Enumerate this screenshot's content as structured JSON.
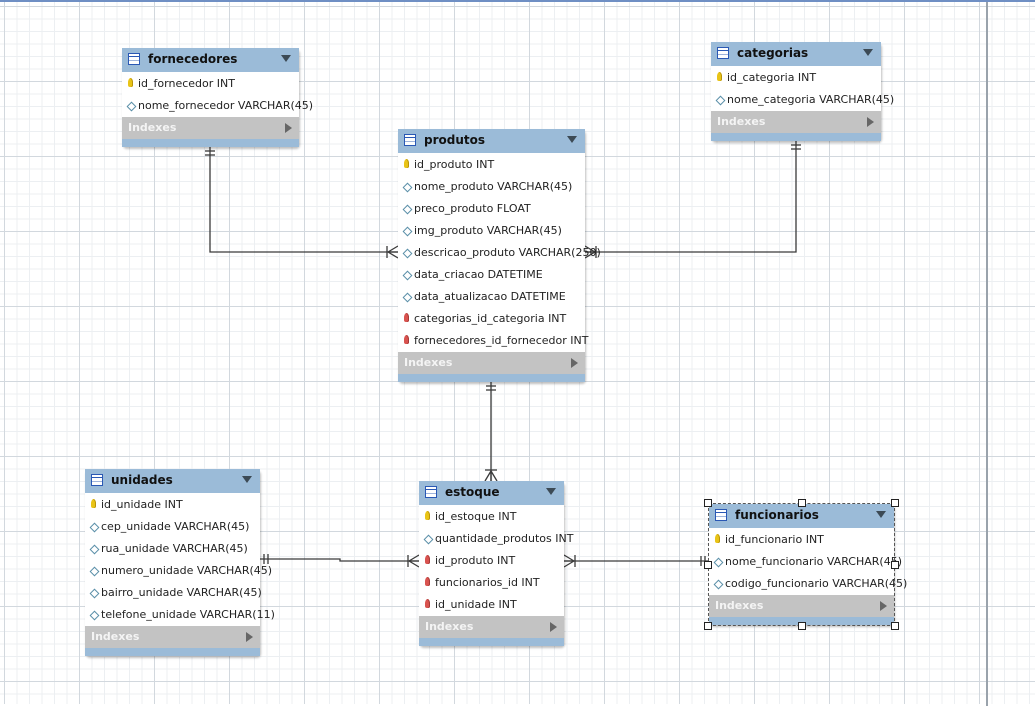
{
  "tables": [
    {
      "key": "fornecedores",
      "name": "fornecedores",
      "indexes_label": "Indexes",
      "columns": [
        {
          "name": "id_fornecedor INT",
          "kind": "pk"
        },
        {
          "name": "nome_fornecedor VARCHAR(45)",
          "kind": "col"
        }
      ]
    },
    {
      "key": "categorias",
      "name": "categorias",
      "indexes_label": "Indexes",
      "columns": [
        {
          "name": "id_categoria INT",
          "kind": "pk"
        },
        {
          "name": "nome_categoria VARCHAR(45)",
          "kind": "col"
        }
      ]
    },
    {
      "key": "produtos",
      "name": "produtos",
      "indexes_label": "Indexes",
      "columns": [
        {
          "name": "id_produto INT",
          "kind": "pk"
        },
        {
          "name": "nome_produto VARCHAR(45)",
          "kind": "col"
        },
        {
          "name": "preco_produto FLOAT",
          "kind": "col"
        },
        {
          "name": "img_produto VARCHAR(45)",
          "kind": "col"
        },
        {
          "name": "descricao_produto VARCHAR(250)",
          "kind": "col"
        },
        {
          "name": "data_criacao DATETIME",
          "kind": "col"
        },
        {
          "name": "data_atualizacao DATETIME",
          "kind": "col"
        },
        {
          "name": "categorias_id_categoria INT",
          "kind": "fk"
        },
        {
          "name": "fornecedores_id_fornecedor INT",
          "kind": "fk"
        }
      ]
    },
    {
      "key": "unidades",
      "name": "unidades",
      "indexes_label": "Indexes",
      "columns": [
        {
          "name": "id_unidade INT",
          "kind": "pk"
        },
        {
          "name": "cep_unidade VARCHAR(45)",
          "kind": "col"
        },
        {
          "name": "rua_unidade VARCHAR(45)",
          "kind": "col"
        },
        {
          "name": "numero_unidade VARCHAR(45)",
          "kind": "col"
        },
        {
          "name": "bairro_unidade VARCHAR(45)",
          "kind": "col"
        },
        {
          "name": "telefone_unidade VARCHAR(11)",
          "kind": "col"
        }
      ]
    },
    {
      "key": "estoque",
      "name": "estoque",
      "indexes_label": "Indexes",
      "columns": [
        {
          "name": "id_estoque INT",
          "kind": "pk"
        },
        {
          "name": "quantidade_produtos INT",
          "kind": "col"
        },
        {
          "name": "id_produto INT",
          "kind": "fk"
        },
        {
          "name": "funcionarios_id INT",
          "kind": "fk"
        },
        {
          "name": "id_unidade INT",
          "kind": "fk"
        }
      ]
    },
    {
      "key": "funcionarios",
      "name": "funcionarios",
      "indexes_label": "Indexes",
      "selected": true,
      "columns": [
        {
          "name": "id_funcionario INT",
          "kind": "pk"
        },
        {
          "name": "nome_funcionario VARCHAR(45)",
          "kind": "col"
        },
        {
          "name": "codigo_funcionario VARCHAR(45)",
          "kind": "col"
        }
      ]
    }
  ],
  "relationships": [
    {
      "from": "fornecedores",
      "to": "produtos",
      "from_end": "one",
      "to_end": "many"
    },
    {
      "from": "categorias",
      "to": "produtos",
      "from_end": "one",
      "to_end": "many"
    },
    {
      "from": "produtos",
      "to": "estoque",
      "from_end": "one",
      "to_end": "many"
    },
    {
      "from": "unidades",
      "to": "estoque",
      "from_end": "one",
      "to_end": "many"
    },
    {
      "from": "funcionarios",
      "to": "estoque",
      "from_end": "one",
      "to_end": "many"
    }
  ],
  "colors": {
    "header": "#9bbbd8",
    "indexes_bar": "#c3c3c3",
    "line": "#3a3a3a",
    "pk": "#e9c417",
    "fk": "#d9534f"
  }
}
